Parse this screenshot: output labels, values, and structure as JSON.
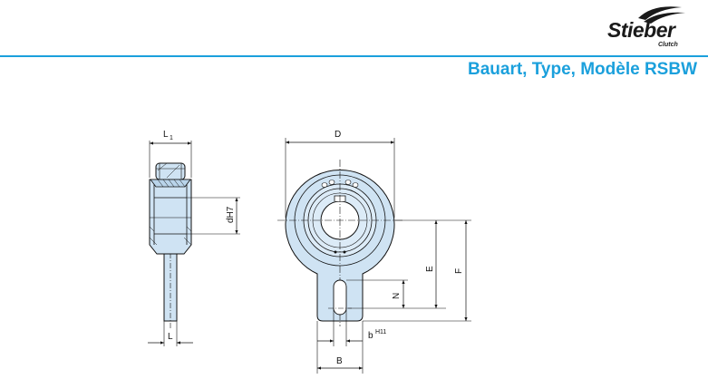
{
  "header": {
    "brand": "Stieber",
    "brand_sub": "Clutch",
    "title": "Bauart, Type, Modèle RSBW",
    "accent_color": "#1ba0dc"
  },
  "drawing": {
    "fill_color": "#cfe3f3",
    "line_color": "#111111",
    "labels": {
      "L1": "L",
      "L1_sub": "1",
      "dH7": "dH7",
      "L": "L",
      "D": "D",
      "E": "E",
      "F": "F",
      "N": "N",
      "bH11": "b",
      "bH11_sup": "H11",
      "B": "B"
    }
  }
}
